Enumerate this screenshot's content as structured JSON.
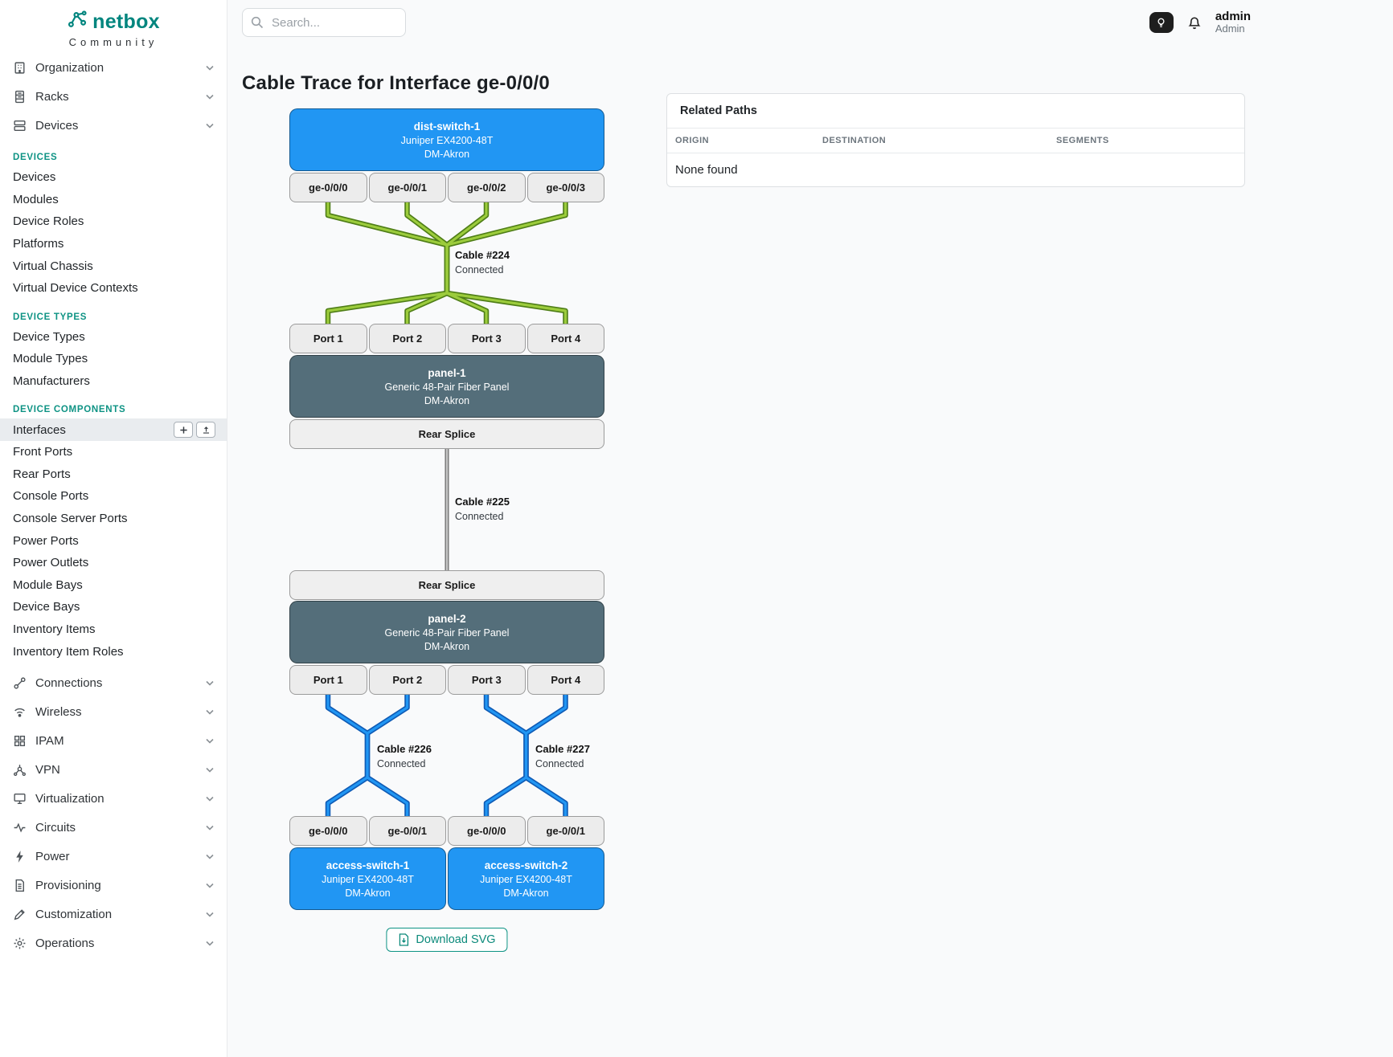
{
  "brand": {
    "name": "netbox",
    "subtitle": "Community"
  },
  "topbar": {
    "search_placeholder": "Search...",
    "user_name": "admin",
    "user_role": "Admin"
  },
  "sidebar": {
    "primary": [
      {
        "label": "Organization"
      },
      {
        "label": "Racks"
      },
      {
        "label": "Devices"
      }
    ],
    "sections": [
      {
        "title": "DEVICES",
        "items": [
          "Devices",
          "Modules",
          "Device Roles",
          "Platforms",
          "Virtual Chassis",
          "Virtual Device Contexts"
        ]
      },
      {
        "title": "DEVICE TYPES",
        "items": [
          "Device Types",
          "Module Types",
          "Manufacturers"
        ]
      },
      {
        "title": "DEVICE COMPONENTS",
        "items": [
          "Interfaces",
          "Front Ports",
          "Rear Ports",
          "Console Ports",
          "Console Server Ports",
          "Power Ports",
          "Power Outlets",
          "Module Bays",
          "Device Bays",
          "Inventory Items",
          "Inventory Item Roles"
        ]
      }
    ],
    "secondary": [
      {
        "label": "Connections"
      },
      {
        "label": "Wireless"
      },
      {
        "label": "IPAM"
      },
      {
        "label": "VPN"
      },
      {
        "label": "Virtualization"
      },
      {
        "label": "Circuits"
      },
      {
        "label": "Power"
      },
      {
        "label": "Provisioning"
      },
      {
        "label": "Customization"
      },
      {
        "label": "Operations"
      }
    ]
  },
  "page": {
    "title": "Cable Trace for Interface ge-0/0/0"
  },
  "trace": {
    "dist_switch": {
      "name": "dist-switch-1",
      "model": "Juniper EX4200-48T",
      "site": "DM-Akron"
    },
    "top_interfaces": [
      "ge-0/0/0",
      "ge-0/0/1",
      "ge-0/0/2",
      "ge-0/0/3"
    ],
    "cable_224": {
      "name": "Cable #224",
      "status": "Connected"
    },
    "panel1_ports": [
      "Port 1",
      "Port 2",
      "Port 3",
      "Port 4"
    ],
    "panel1": {
      "name": "panel-1",
      "model": "Generic 48-Pair Fiber Panel",
      "site": "DM-Akron"
    },
    "panel1_rear": "Rear Splice",
    "cable_225": {
      "name": "Cable #225",
      "status": "Connected"
    },
    "panel2_rear": "Rear Splice",
    "panel2": {
      "name": "panel-2",
      "model": "Generic 48-Pair Fiber Panel",
      "site": "DM-Akron"
    },
    "panel2_ports": [
      "Port 1",
      "Port 2",
      "Port 3",
      "Port 4"
    ],
    "cable_226": {
      "name": "Cable #226",
      "status": "Connected"
    },
    "cable_227": {
      "name": "Cable #227",
      "status": "Connected"
    },
    "bottom_interfaces": [
      "ge-0/0/0",
      "ge-0/0/1",
      "ge-0/0/0",
      "ge-0/0/1"
    ],
    "access_switch_1": {
      "name": "access-switch-1",
      "model": "Juniper EX4200-48T",
      "site": "DM-Akron"
    },
    "access_switch_2": {
      "name": "access-switch-2",
      "model": "Juniper EX4200-48T",
      "site": "DM-Akron"
    },
    "download_label": "Download SVG"
  },
  "related_paths": {
    "title": "Related Paths",
    "columns": [
      "ORIGIN",
      "DESTINATION",
      "SEGMENTS"
    ],
    "empty_text": "None found"
  },
  "colors": {
    "brand_teal": "#00857e",
    "accent_teal": "#0e9384",
    "device_blue": "#2196f3",
    "panel_slate": "#546e7a",
    "cable_green": "#9ccc3c",
    "cable_blue": "#2196f3",
    "cable_gray": "#c6c6c6"
  }
}
